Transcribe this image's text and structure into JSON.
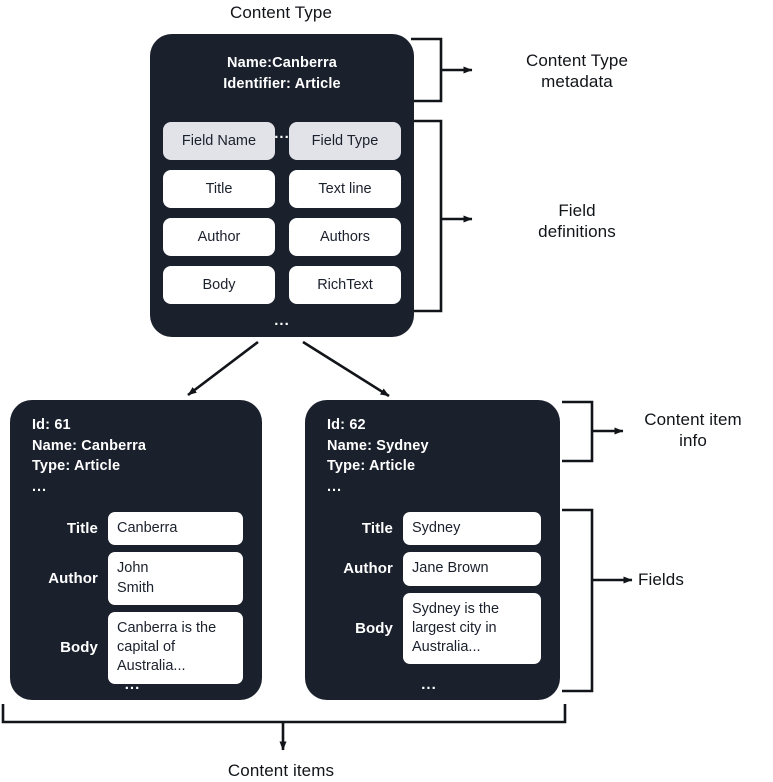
{
  "diagram": {
    "title": "Content Type",
    "footer": "Content items",
    "ellipsis": "...",
    "colors": {
      "card_background": "#1a202c",
      "card_text": "#ffffff",
      "header_chip": "#e2e2e9",
      "value_chip": "#ffffff",
      "page_background": "#ffffff",
      "connector": "#111418"
    }
  },
  "content_type": {
    "meta_lines": [
      "Name:Canberra",
      "Identifier: Article"
    ],
    "meta_ellipsis": "...",
    "bottom_ellipsis": "...",
    "field_table": {
      "headers": [
        "Field Name",
        "Field Type"
      ],
      "rows": [
        [
          "Title",
          "Text line"
        ],
        [
          "Author",
          "Authors"
        ],
        [
          "Body",
          "RichText"
        ]
      ]
    }
  },
  "content_items": [
    {
      "info_lines": [
        "Id: 61",
        "Name: Canberra",
        "Type: Article"
      ],
      "info_ellipsis": "...",
      "bottom_ellipsis": "...",
      "fields": [
        {
          "label": "Title",
          "value": "Canberra"
        },
        {
          "label": "Author",
          "value": "John\nSmith"
        },
        {
          "label": "Body",
          "value": "Canberra is the\ncapital of\nAustralia..."
        }
      ]
    },
    {
      "info_lines": [
        "Id: 62",
        "Name: Sydney",
        "Type: Article"
      ],
      "info_ellipsis": "...",
      "bottom_ellipsis": "...",
      "fields": [
        {
          "label": "Title",
          "value": "Sydney"
        },
        {
          "label": "Author",
          "value": "Jane Brown"
        },
        {
          "label": "Body",
          "value": "Sydney is the\nlargest city in\nAustralia..."
        }
      ]
    }
  ],
  "annotations": {
    "content_type_metadata": "Content Type\nmetadata",
    "field_definitions": "Field\ndefinitions",
    "content_item_info": "Content item\ninfo",
    "fields": "Fields"
  }
}
